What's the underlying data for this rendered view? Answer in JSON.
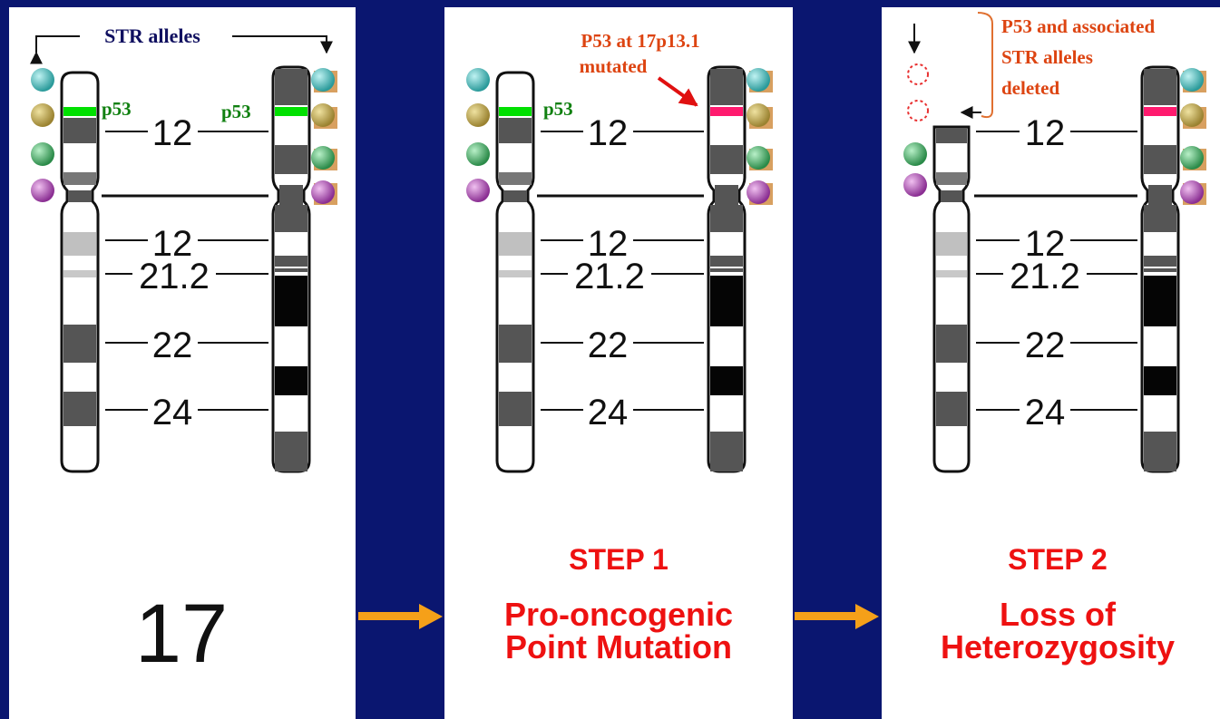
{
  "diagram": {
    "chromosome_number": "17",
    "str_alleles_label": "STR alleles",
    "p53_label": "p53",
    "band_labels": [
      "12",
      "12",
      "21.2",
      "22",
      "24"
    ],
    "step1": {
      "annotation_line1": "P53 at 17p13.1",
      "annotation_line2": "mutated",
      "title": "STEP 1",
      "desc_line1": "Pro-oncogenic",
      "desc_line2": "Point Mutation"
    },
    "step2": {
      "annotation_line1": "P53 and associated",
      "annotation_line2": "STR alleles",
      "annotation_line3": "deleted",
      "title": "STEP 2",
      "desc_line1": "Loss of",
      "desc_line2": "Heterozygosity"
    },
    "colors": {
      "background": "#0a1670",
      "panel": "#ffffff",
      "p53_marker": "#00e000",
      "mutation_marker": "#ff1a6e",
      "arrow": "#f5a019",
      "step_text": "#ee1111",
      "annotation_text": "#dd4411",
      "str_label_text": "#101060",
      "allele_teal": "#3cb8b8",
      "allele_gold": "#b8a040",
      "allele_green": "#3cae5c",
      "allele_purple": "#a848b0"
    }
  }
}
